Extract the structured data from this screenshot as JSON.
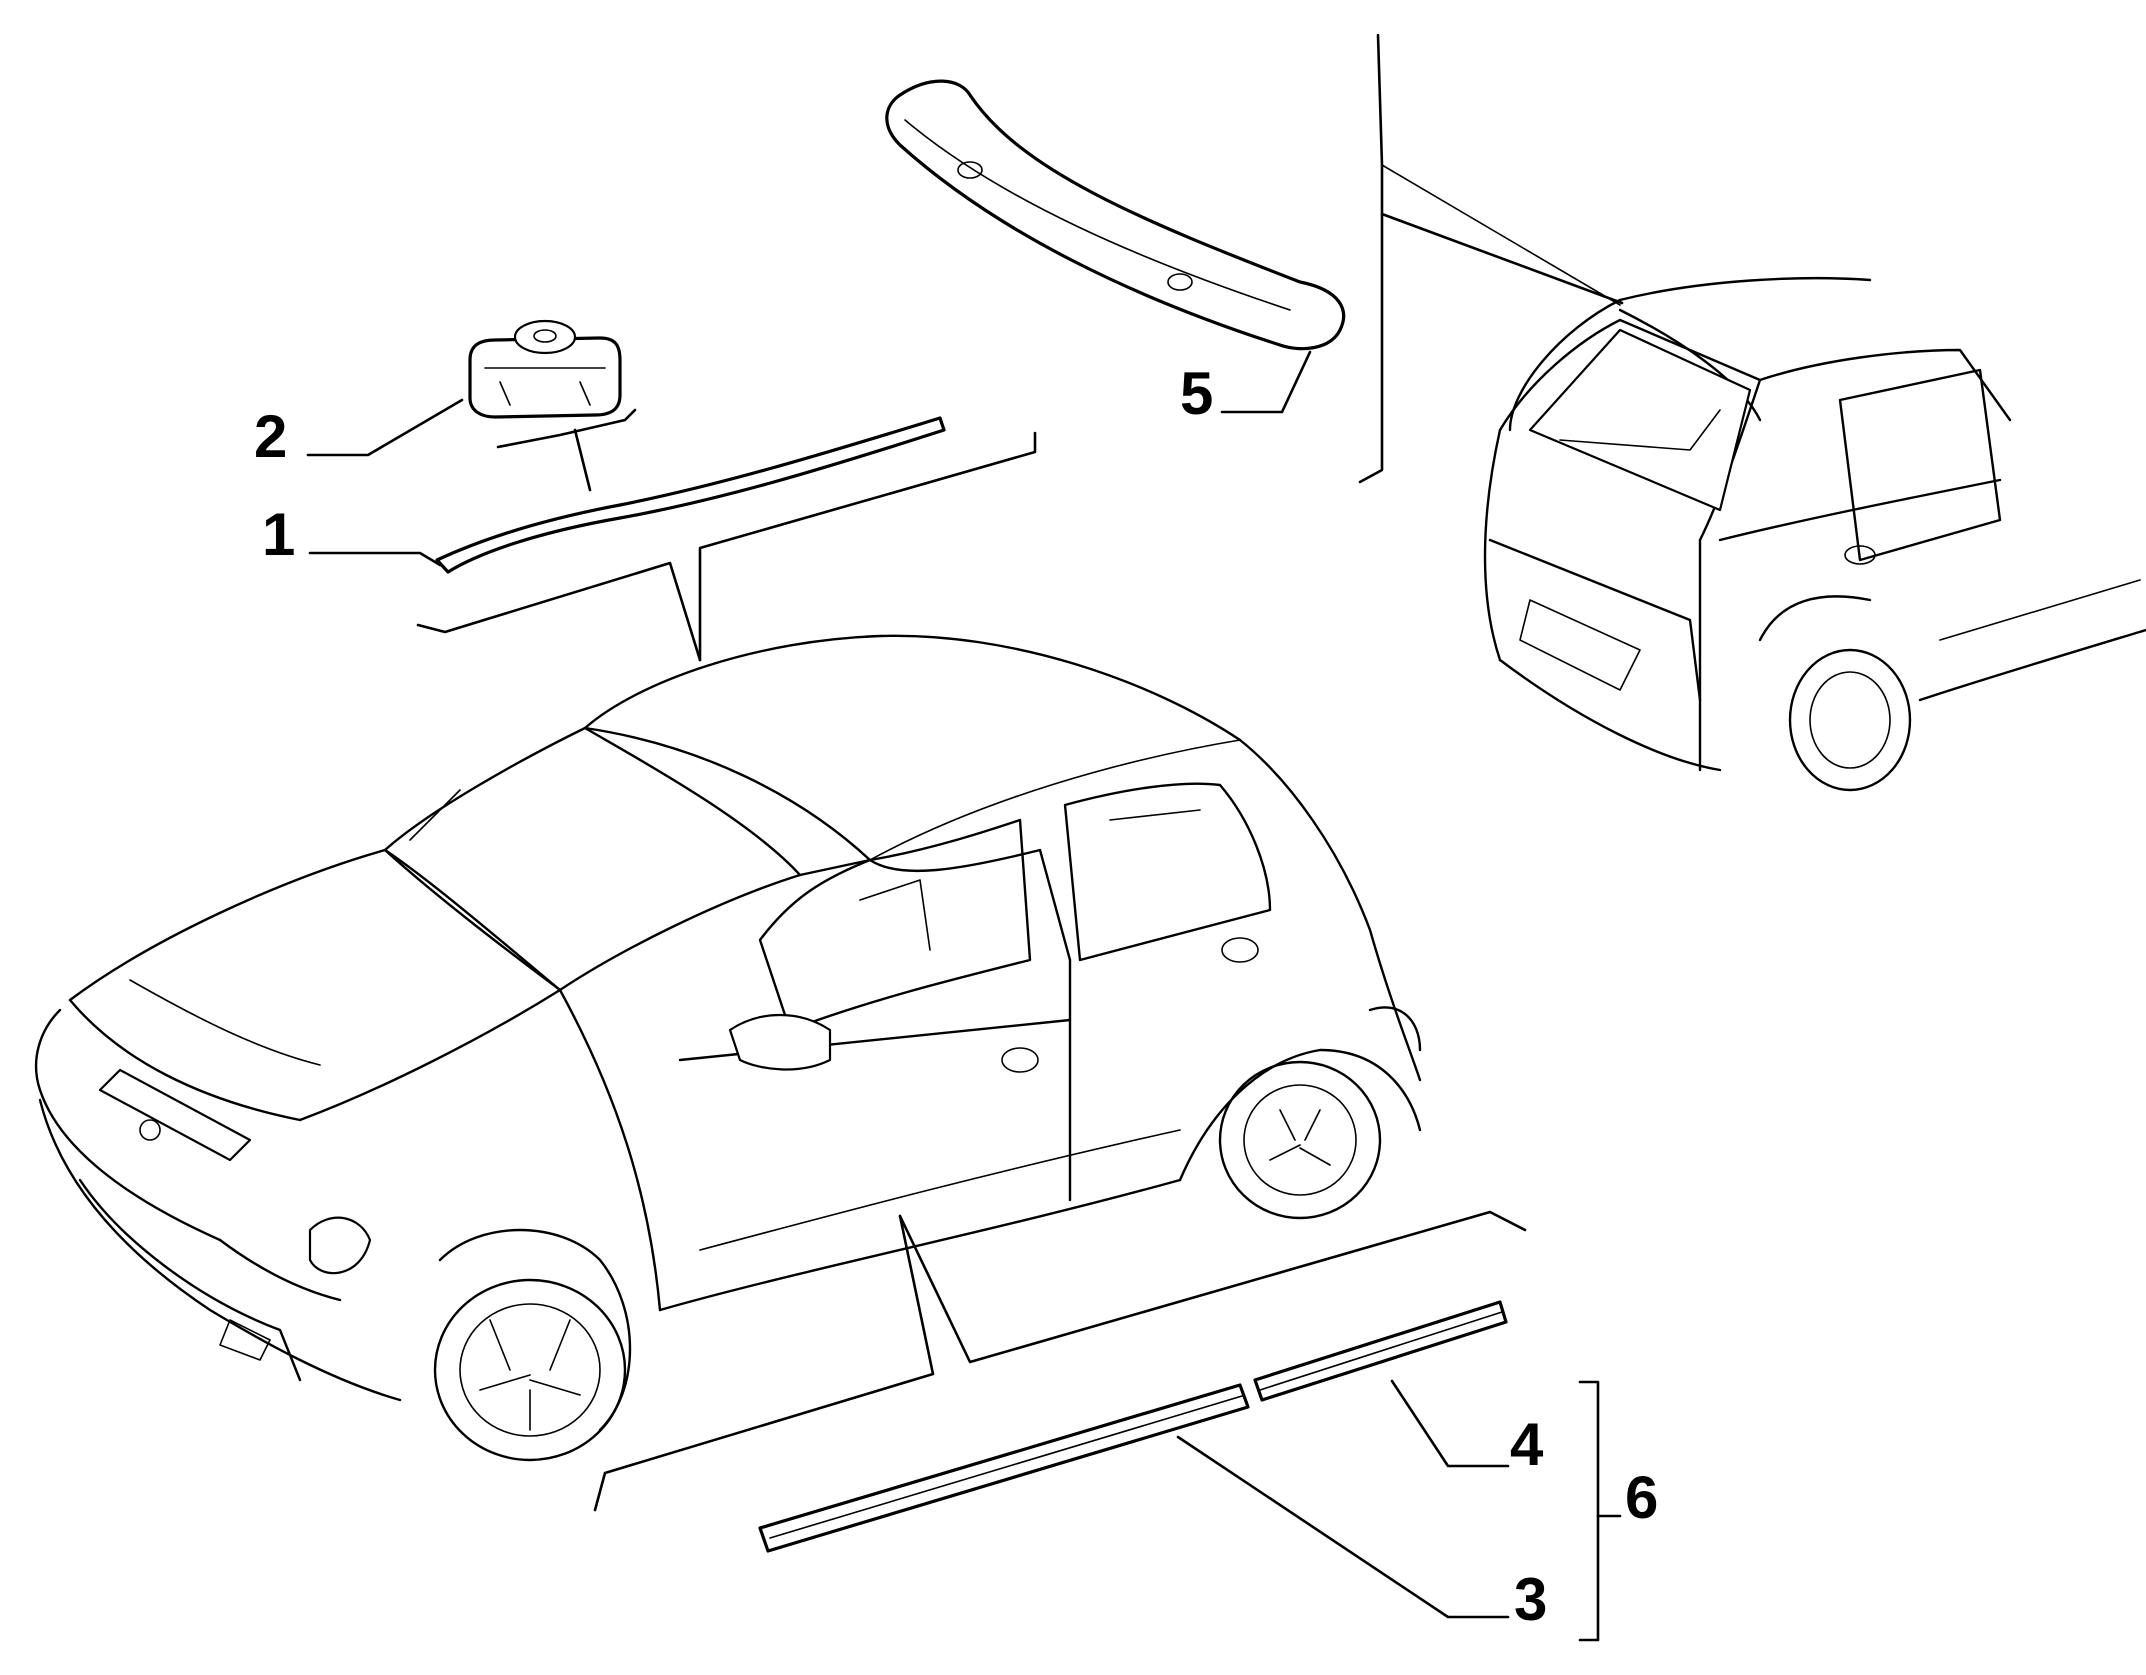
{
  "callouts": {
    "c1": "1",
    "c2": "2",
    "c3": "3",
    "c4": "4",
    "c5": "5",
    "c6": "6"
  },
  "parts": [
    {
      "ref": "1",
      "icon": "roof-moulding-strip"
    },
    {
      "ref": "2",
      "icon": "retaining-clip"
    },
    {
      "ref": "3",
      "icon": "front-door-side-moulding"
    },
    {
      "ref": "4",
      "icon": "rear-door-side-moulding"
    },
    {
      "ref": "5",
      "icon": "rear-spoiler"
    },
    {
      "ref": "6",
      "icon": "moulding-kit-bracket"
    }
  ],
  "colors": {
    "line": "#000000",
    "background": "#ffffff"
  }
}
